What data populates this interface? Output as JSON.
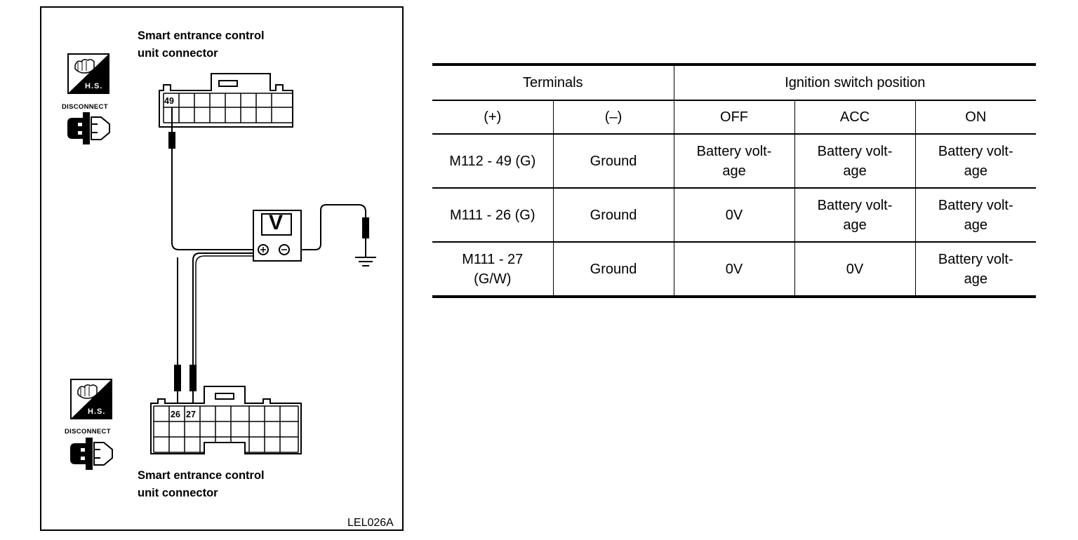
{
  "diagram": {
    "top_connector_label_line1": "Smart entrance control",
    "top_connector_label_line2": "unit connector",
    "bottom_connector_label_line1": "Smart entrance control",
    "bottom_connector_label_line2": "unit connector",
    "hs_label": "H.S.",
    "disconnect_label": "DISCONNECT",
    "voltmeter_label": "V",
    "pin_top": "49",
    "pin_bottom_a": "26",
    "pin_bottom_b": "27",
    "figure_code": "LEL026A"
  },
  "table": {
    "header_terminals": "Terminals",
    "header_ignition": "Ignition switch position",
    "sub_plus": "(+)",
    "sub_minus": "(–)",
    "sub_off": "OFF",
    "sub_acc": "ACC",
    "sub_on": "ON",
    "rows": [
      {
        "plus": "M112 - 49 (G)",
        "minus": "Ground",
        "off": "Battery volt-\nage",
        "acc": "Battery volt-\nage",
        "on": "Battery volt-\nage"
      },
      {
        "plus": "M111 - 26 (G)",
        "minus": "Ground",
        "off": "0V",
        "acc": "Battery volt-\nage",
        "on": "Battery volt-\nage"
      },
      {
        "plus": "M111 - 27\n(G/W)",
        "minus": "Ground",
        "off": "0V",
        "acc": "0V",
        "on": "Battery volt-\nage"
      }
    ]
  }
}
